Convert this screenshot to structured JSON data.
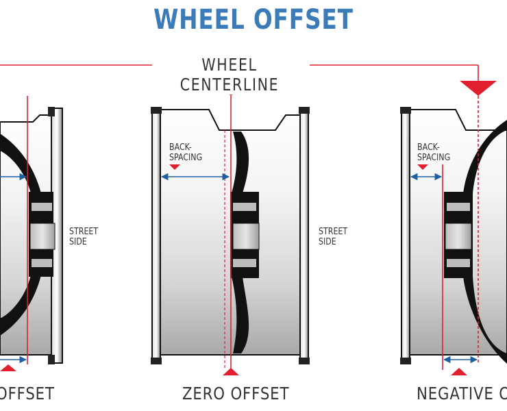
{
  "title": "WHEEL OFFSET",
  "centerline_label": "WHEEL CENTERLINE",
  "panels": [
    {
      "caption": "OFFSET",
      "street_side": "STREET\nSIDE"
    },
    {
      "caption": "ZERO OFFSET",
      "back_spacing": "BACK-\nSPACING",
      "street_side": "STREET\nSIDE"
    },
    {
      "caption": "NEGATIVE OF",
      "back_spacing": "BACK-\nSPACING"
    }
  ],
  "colors": {
    "title": "#3a7bb8",
    "centerline": "#e0202e",
    "dimension": "#1e5fa0",
    "text": "#333333"
  }
}
